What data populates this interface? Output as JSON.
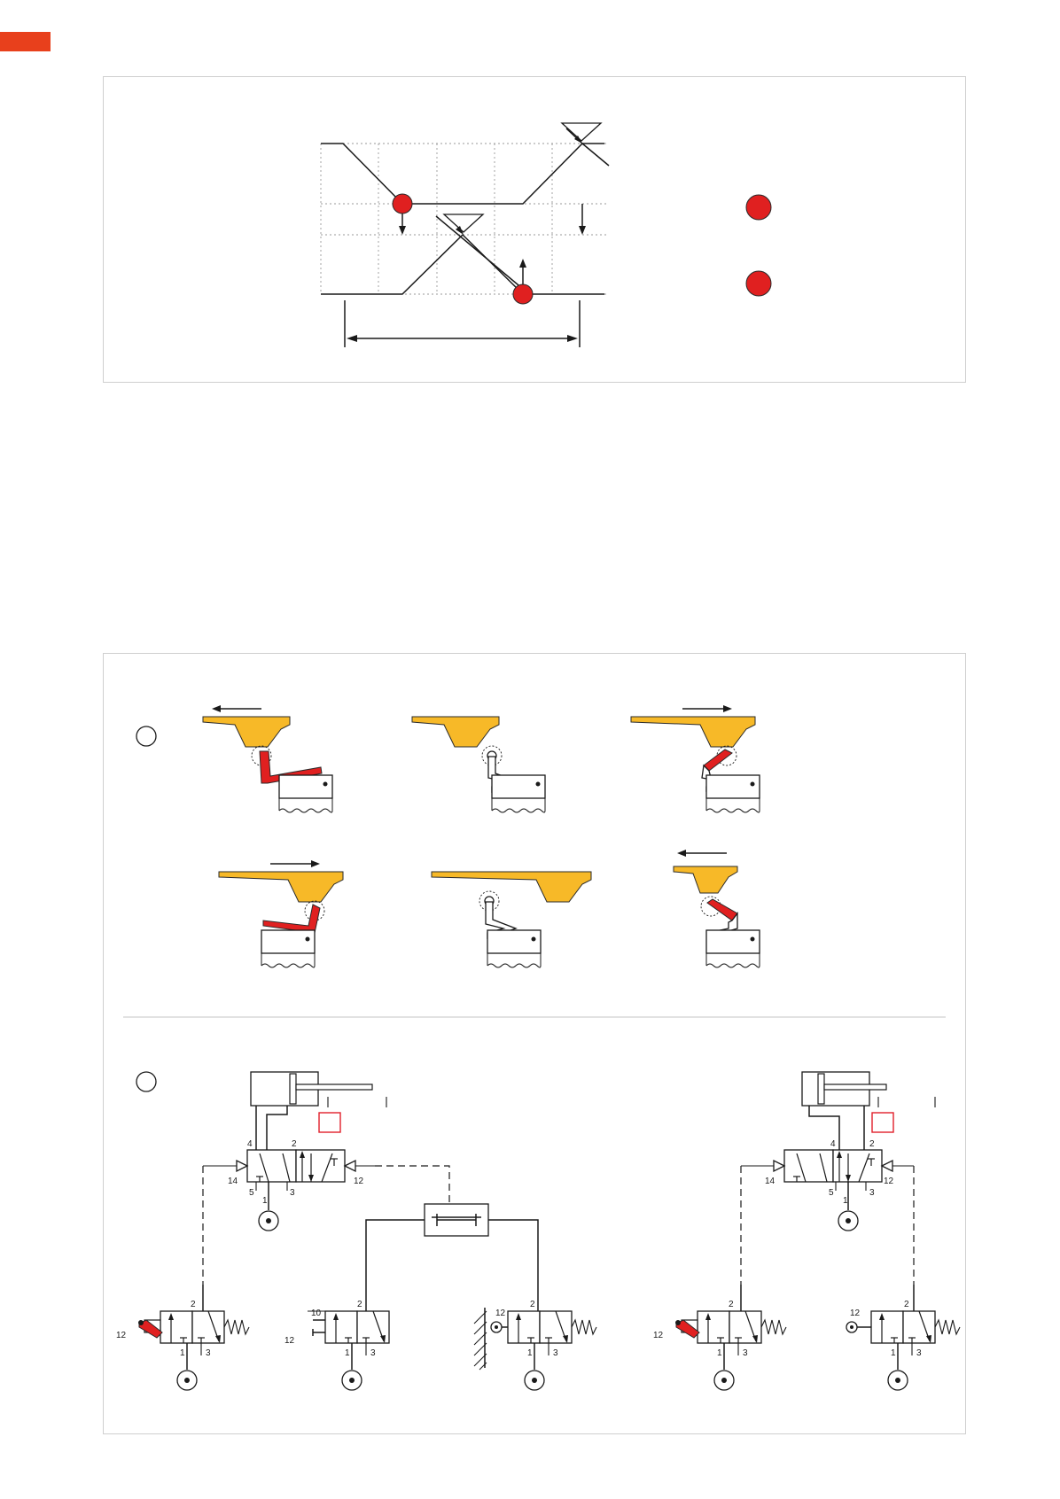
{
  "colors": {
    "accent": "#e8401c",
    "signal_dot": "#e02020",
    "cam_yellow": "#f7b928",
    "lever_red": "#e02020",
    "border": "#cfcfcf"
  },
  "ports": {
    "p1": "1",
    "p2": "2",
    "p3": "3",
    "p4": "4",
    "p5": "5",
    "p10": "10",
    "p12": "12",
    "p14": "14"
  }
}
